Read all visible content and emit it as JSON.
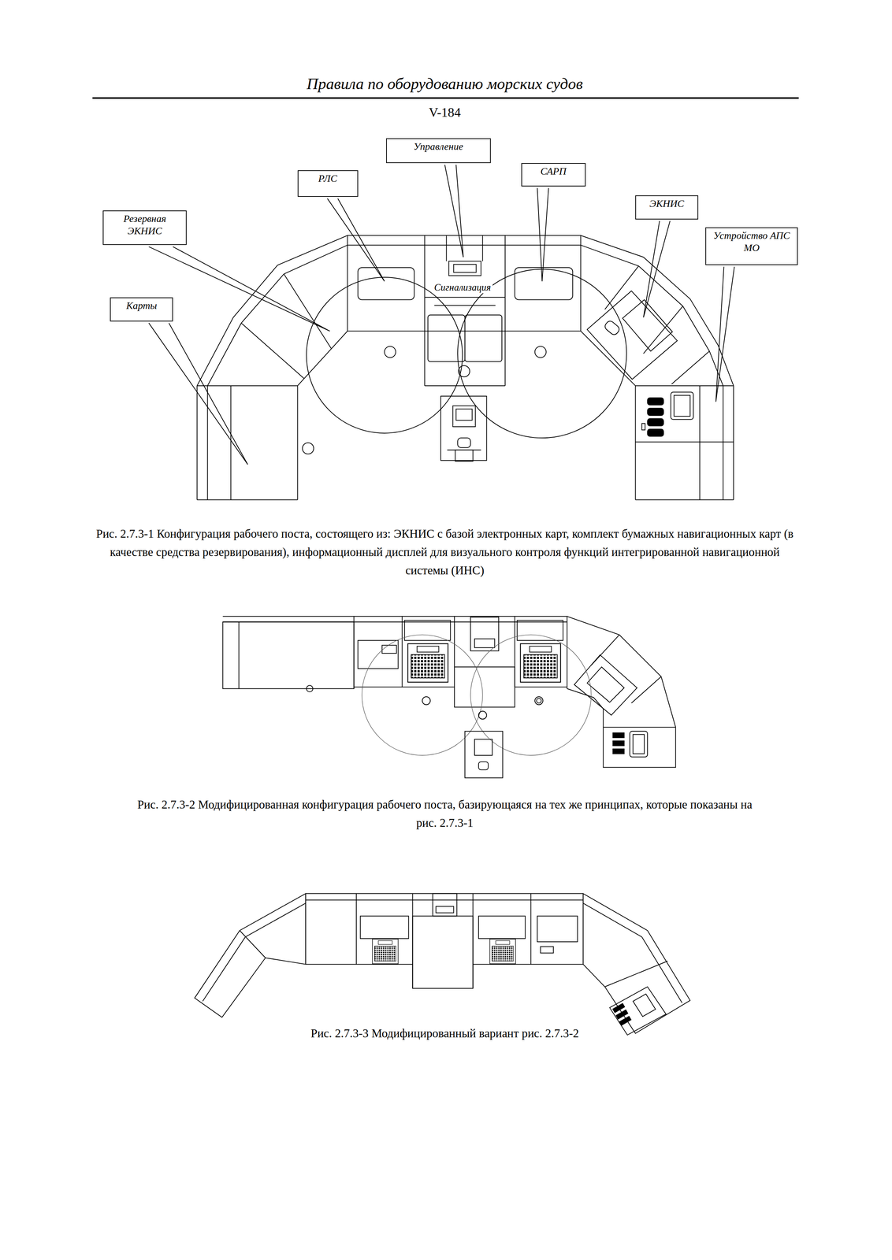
{
  "diagram": {
    "title": "Правила по оборудованию морских судов",
    "nodes": [
      {
        "text": [
          "Управление"
        ]
      },
      {
        "text": [
          "САРП"
        ]
      },
      {
        "text": [
          "РЛС"
        ]
      },
      {
        "text": [
          "ЭКНИС"
        ]
      },
      {
        "text": [
          "Резервная ЭКНИС"
        ]
      },
      {
        "text": [
          "Устройство АПС МО"
        ]
      },
      {
        "text": [
          "Карты"
        ]
      }
    ],
    "labels": [
      "V-184",
      "Сигнализация",
      "Рис. 2.7.3-1 Конфигурация рабочего поста, состоящего из: ЭКНИС с базой электронных карт, комплект бумажных навигационных карт (в качестве средства резервирования), информационный дисплей для визуального контроля функций интегрированной навигационной системы (ИНС)",
      "Рис. 2.7.3-2 Модифицированная конфигурация рабочего поста, базирующаяся на тех же принципах, которые показаны на рис. 2.7.3-1",
      "Рис. 2.7.3-3 Модифицированный вариант рис. 2.7.3-2"
    ]
  }
}
